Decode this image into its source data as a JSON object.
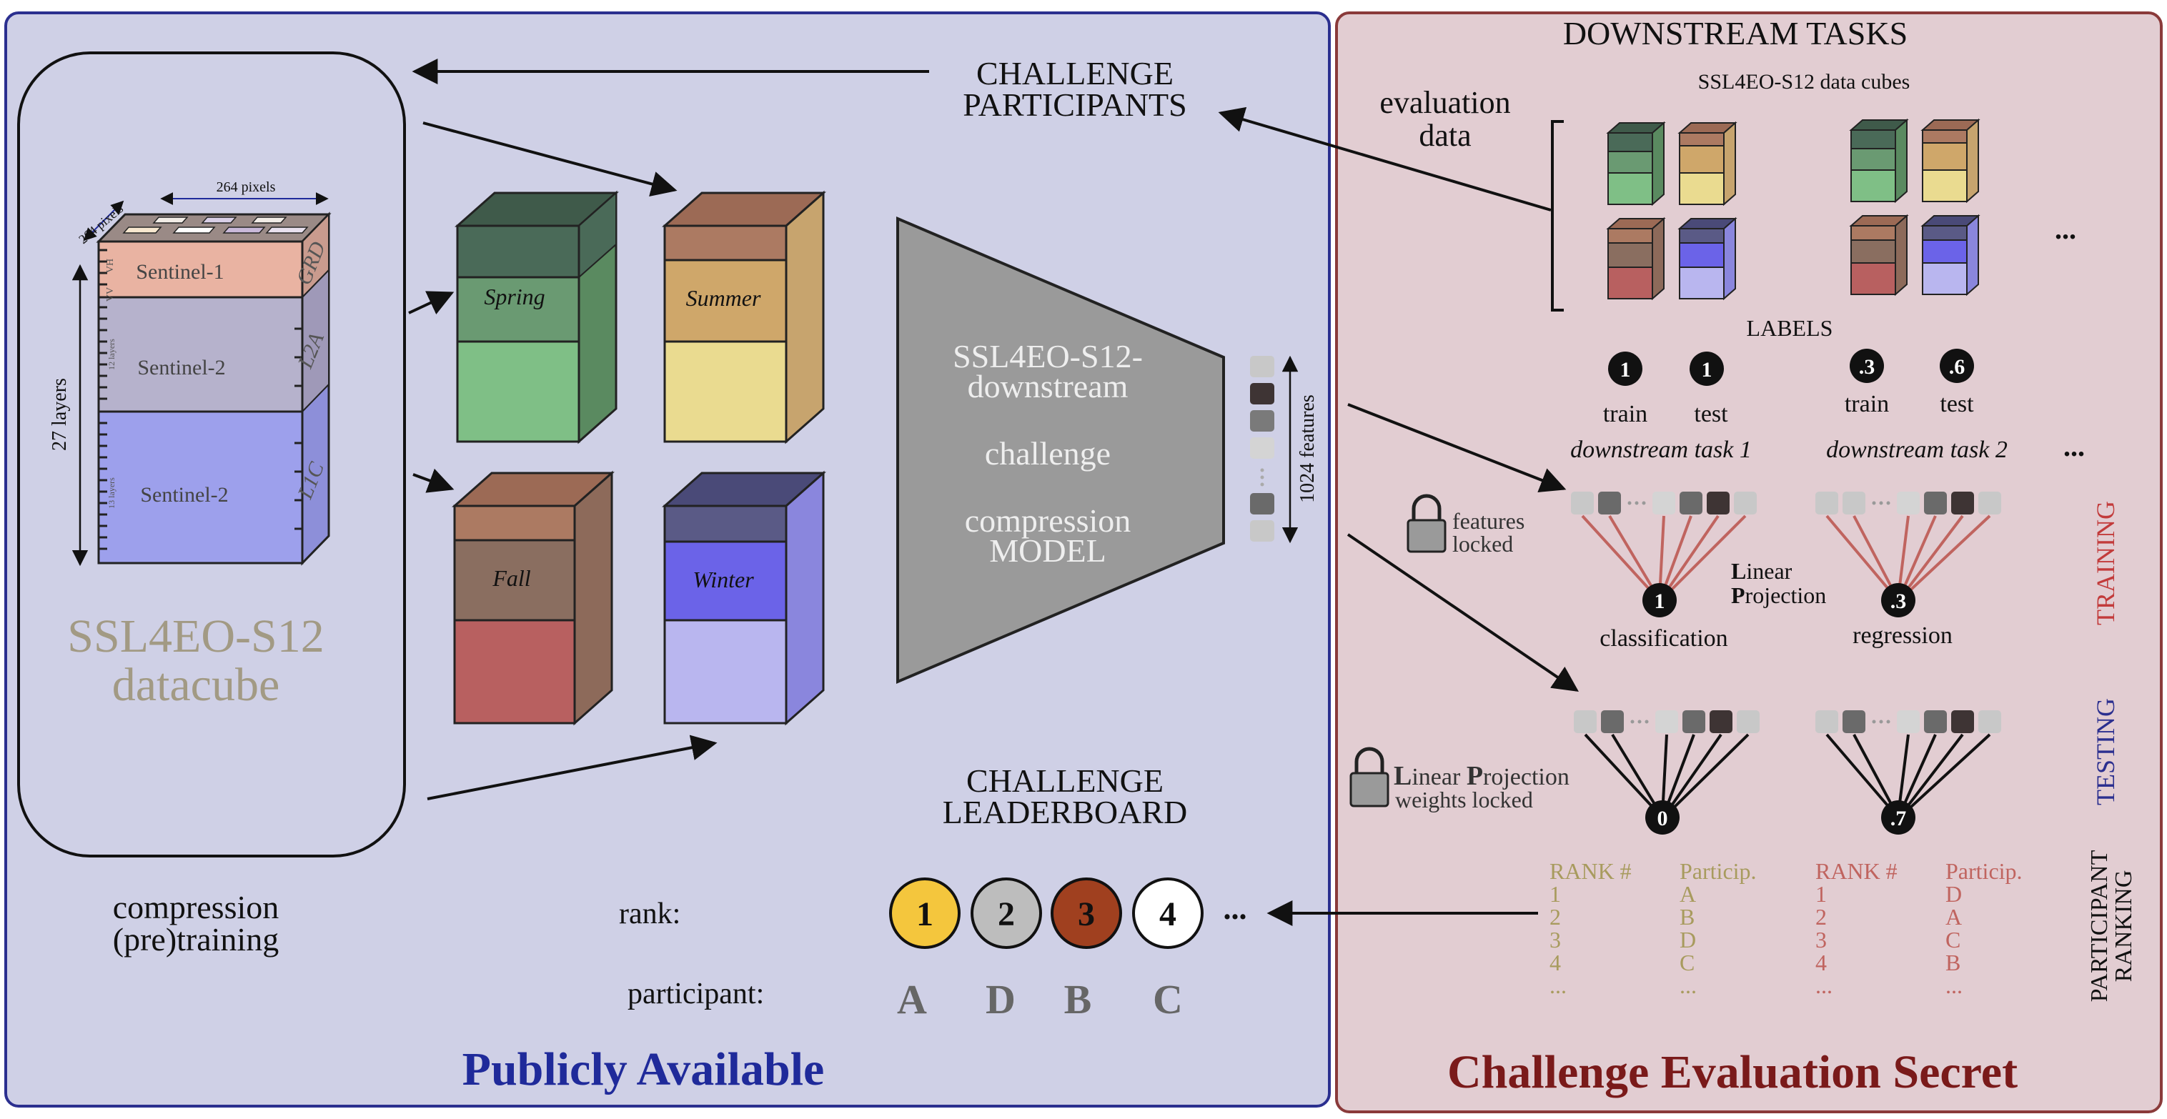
{
  "colors": {
    "left_panel_bg": "#cfd0e6",
    "left_panel_border": "#2b2f8f",
    "right_panel_bg": "#e2cdd2",
    "right_panel_border": "#8a3a3a",
    "public_title": "#1f2a9a",
    "secret_title": "#7a1a1a",
    "model": "#9a9a9a",
    "spring": "#7fbf86",
    "summer": "#eadb90",
    "fall": "#b86060",
    "winter": "#b9b6ef",
    "rank_gold": "#f4c63d",
    "rank_silver": "#bdbdbd",
    "rank_bronze": "#a0401f",
    "rank_text_olive": "#a89b5e",
    "rank_text_red": "#c0645f",
    "training_label": "#c23b3b",
    "testing_label": "#2b2f8f"
  },
  "left": {
    "section_title": "Publicly Available",
    "datacube": {
      "dim_width": "264 pixels",
      "dim_depth": "264 pixels",
      "dim_layers": "27 layers",
      "s1_label": "Sentinel-1",
      "s2a_label": "Sentinel-2",
      "s2b_label": "Sentinel-2",
      "grd": "GRD",
      "l2a": "L2A",
      "l1c": "L1C",
      "vv": "VV",
      "vh": "VH",
      "s2a_layers": "12 layers",
      "s2b_layers": "13 layers",
      "name_line1": "SSL4EO-S12",
      "name_line2": "datacube"
    },
    "pretrain_line1": "compression",
    "pretrain_line2": "(pre)training",
    "seasons": [
      "Spring",
      "Summer",
      "Fall",
      "Winter"
    ],
    "participants_line1": "CHALLENGE",
    "participants_line2": "PARTICIPANTS",
    "model_lines": [
      "SSL4EO-S12-",
      "downstream",
      "challenge",
      "compression",
      "MODEL"
    ],
    "features_label": "1024 features",
    "leaderboard_line1": "CHALLENGE",
    "leaderboard_line2": "LEADERBOARD",
    "rank_label": "rank:",
    "participant_label": "participant:",
    "ranks": [
      "1",
      "2",
      "3",
      "4"
    ],
    "rank_participants": [
      "A",
      "D",
      "B",
      "C"
    ],
    "ellipsis": "..."
  },
  "right": {
    "section_title": "Challenge Evaluation Secret",
    "downstream_title": "DOWNSTREAM TASKS",
    "cubes_title": "SSL4EO-S12 data cubes",
    "evaluation_line1": "evaluation",
    "evaluation_line2": "data",
    "labels_title": "LABELS",
    "task1": {
      "train_value": "1",
      "test_value": "1",
      "train_label": "train",
      "test_label": "test",
      "name": "downstream task 1",
      "output_train": "1",
      "output_test": "0",
      "kind": "classification"
    },
    "task2": {
      "train_value": ".3",
      "test_value": ".6",
      "train_label": "train",
      "test_label": "test",
      "name": "downstream task 2",
      "output_train": ".3",
      "output_test": ".7",
      "kind": "regression"
    },
    "features_locked_line1": "features",
    "features_locked_line2": "locked",
    "linear_line1_bold": "L",
    "linear_line1_rest": "inear",
    "linear_line2_bold": "P",
    "linear_line2_rest": "rojection",
    "lp_locked_line1_a": "L",
    "lp_locked_line1_b": "inear ",
    "lp_locked_line1_c": "P",
    "lp_locked_line1_d": "rojection",
    "lp_locked_line2": "weights locked",
    "training_label": "TRAINING",
    "testing_label": "TESTING",
    "ranking_line1": "PARTICIPANT",
    "ranking_line2": "RANKING",
    "table1": {
      "col1": "RANK #",
      "col2": "Particip.",
      "ranks": [
        "1",
        "2",
        "3",
        "4",
        "..."
      ],
      "participants": [
        "A",
        "B",
        "D",
        "C",
        "..."
      ]
    },
    "table2": {
      "col1": "RANK #",
      "col2": "Particip.",
      "ranks": [
        "1",
        "2",
        "3",
        "4",
        "..."
      ],
      "participants": [
        "D",
        "A",
        "C",
        "B",
        "..."
      ]
    },
    "ellipsis": "..."
  }
}
